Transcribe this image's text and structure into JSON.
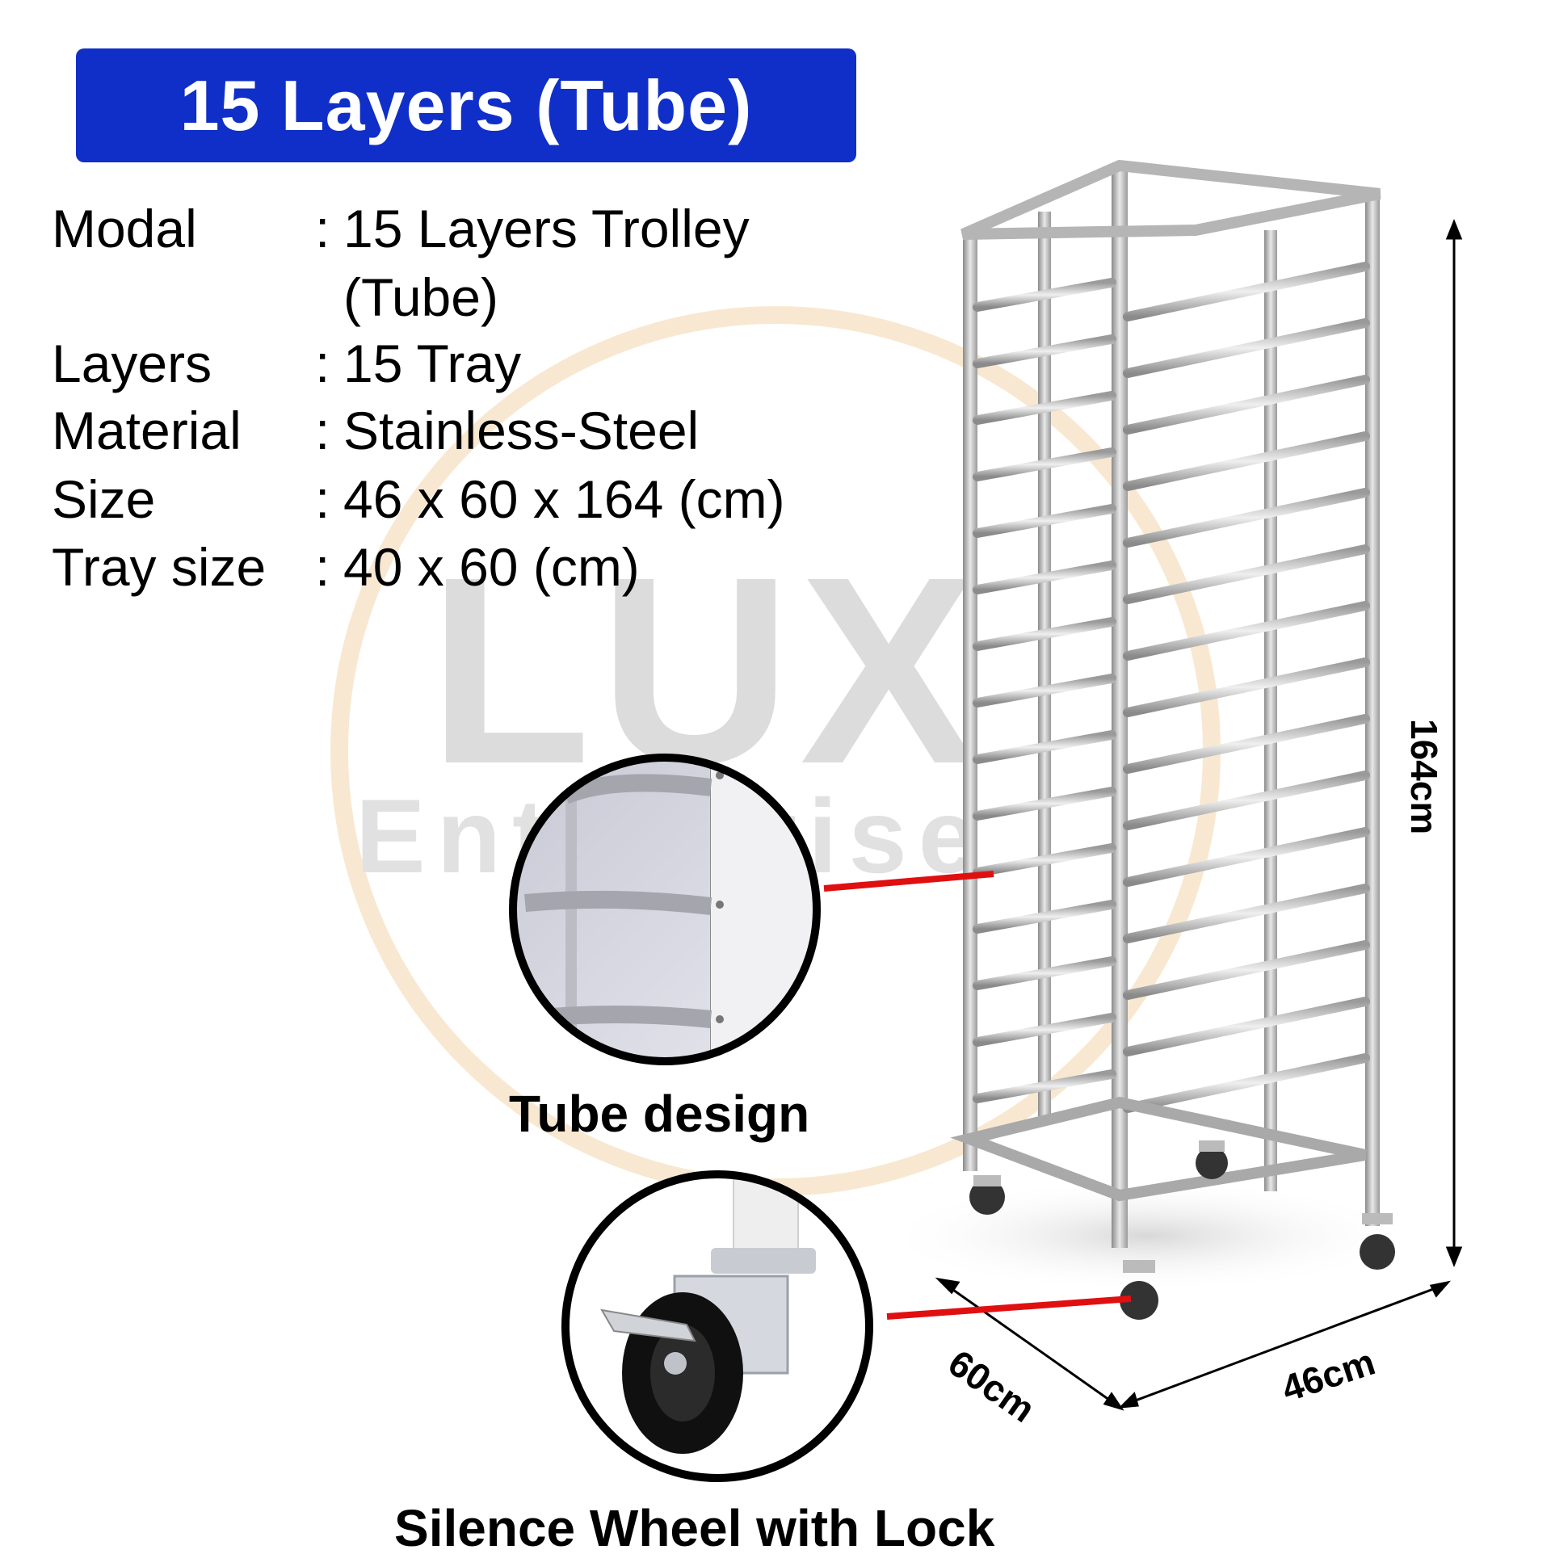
{
  "banner": {
    "title": "15 Layers (Tube)"
  },
  "specs": [
    {
      "label": "Modal",
      "value": "15 Layers Trolley",
      "value_line2": "(Tube)"
    },
    {
      "label": "Layers",
      "value": "15 Tray"
    },
    {
      "label": "Material",
      "value": "Stainless-Steel"
    },
    {
      "label": "Size",
      "value": "46 x 60 x 164 (cm)"
    },
    {
      "label": "Tray size",
      "value": "40 x 60 (cm)"
    }
  ],
  "separator": ":",
  "captions": {
    "tube_design": "Tube design",
    "wheel": "Silence Wheel with Lock"
  },
  "dimensions": {
    "height": "164cm",
    "depth": "60cm",
    "width": "46cm"
  },
  "watermark": {
    "main": "LUX",
    "sub": "Enterprise"
  },
  "colors": {
    "banner": "#0f2fc8",
    "callout_line": "#e01010"
  }
}
